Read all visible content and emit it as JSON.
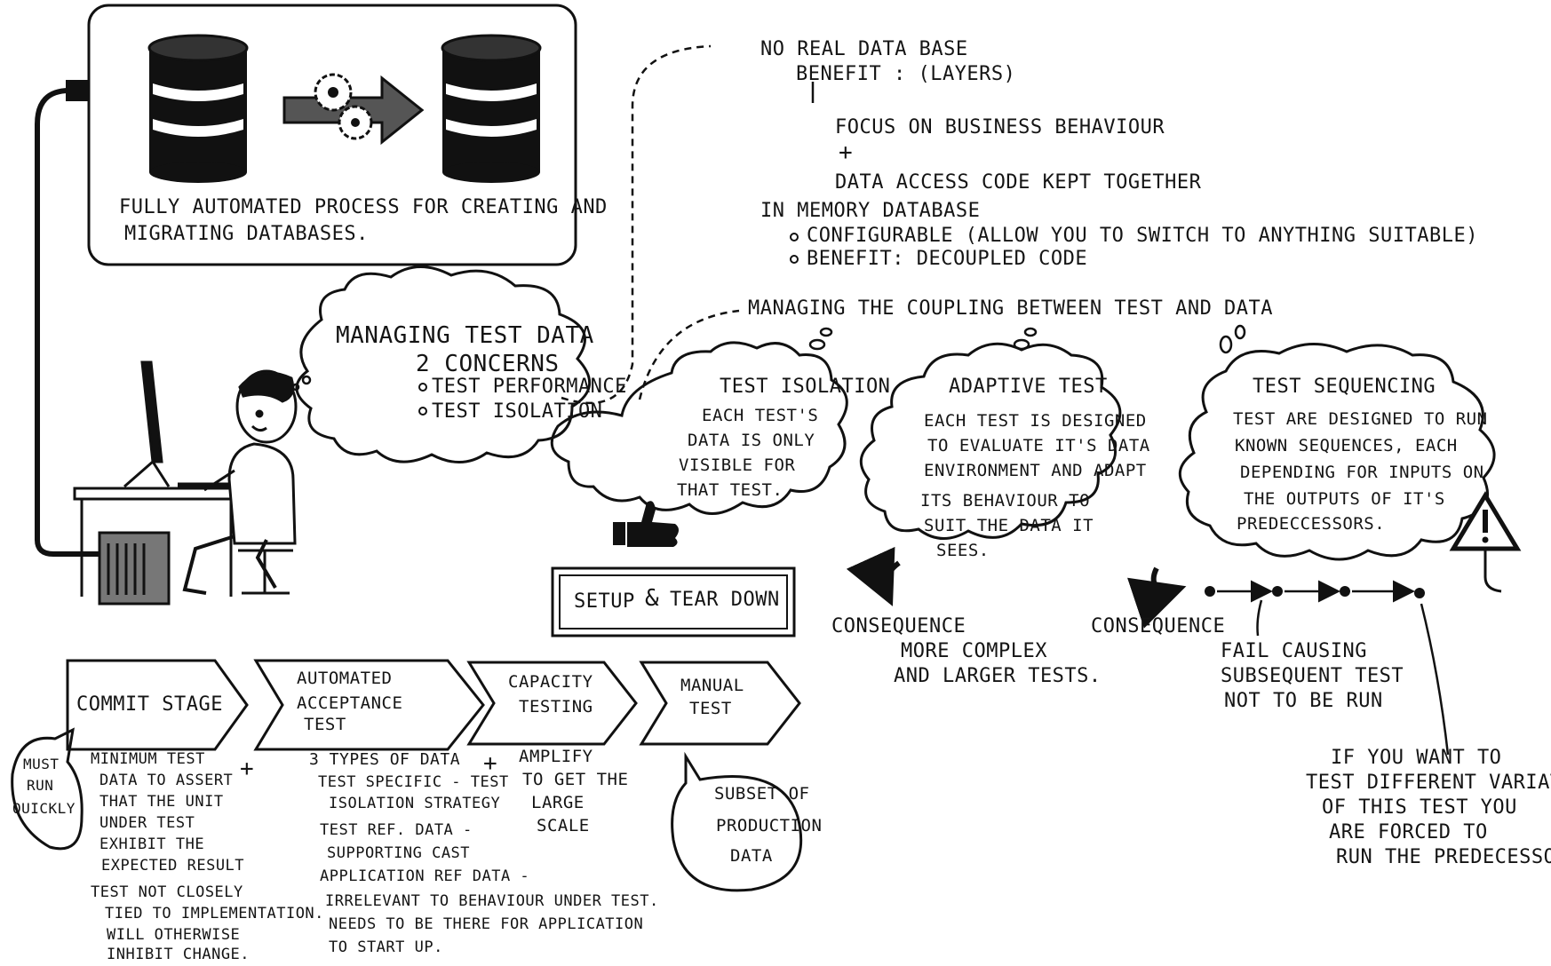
{
  "colors": {
    "ink": "#111111",
    "paper": "#ffffff"
  },
  "pipeline_box": {
    "line1": "FULLY AUTOMATED PROCESS FOR CREATING AND",
    "line2": "MIGRATING DATABASES."
  },
  "no_real_db": {
    "title": "NO REAL DATA BASE",
    "benefit": "BENEFIT : (LAYERS)",
    "focus": "FOCUS ON BUSINESS BEHAVIOUR",
    "plus": "+",
    "data_access": "DATA ACCESS CODE KEPT TOGETHER"
  },
  "in_memory": {
    "title": "IN MEMORY DATABASE",
    "bullet1": "CONFIGURABLE (ALLOW YOU TO SWITCH TO ANYTHING SUITABLE)",
    "bullet2": "BENEFIT: DECOUPLED CODE"
  },
  "managing_test_data": {
    "title": "MANAGING TEST DATA",
    "subtitle": "2 CONCERNS",
    "c1": "TEST PERFORMANCE",
    "c2": "TEST ISOLATION"
  },
  "coupling_heading": "MANAGING THE COUPLING BETWEEN TEST AND DATA",
  "test_isolation": {
    "title": "TEST ISOLATION",
    "l1": "EACH TEST'S",
    "l2": "DATA IS ONLY",
    "l3": "VISIBLE FOR",
    "l4": "THAT TEST."
  },
  "adaptive_test": {
    "title": "ADAPTIVE TEST",
    "l1": "EACH TEST IS DESIGNED",
    "l2": "TO EVALUATE IT'S DATA",
    "l3": "ENVIRONMENT AND ADAPT",
    "l4": "ITS BEHAVIOUR TO",
    "l5": "SUIT THE DATA IT",
    "l6": "SEES."
  },
  "test_sequencing": {
    "title": "TEST SEQUENCING",
    "l1": "TEST ARE DESIGNED TO RUN",
    "l2": "KNOWN SEQUENCES, EACH",
    "l3": "DEPENDING FOR INPUTS ON",
    "l4": "THE OUTPUTS OF IT'S",
    "l5": "PREDECCESSORS."
  },
  "setup_teardown": {
    "setup": "SETUP",
    "amp": "&",
    "teardown": "TEAR DOWN"
  },
  "consequence_adaptive": {
    "label": "CONSEQUENCE",
    "l1": "MORE COMPLEX",
    "l2": "AND LARGER TESTS."
  },
  "consequence_sequencing": {
    "label": "CONSEQUENCE"
  },
  "fail_note": {
    "l1": "FAIL CAUSING",
    "l2": "SUBSEQUENT TEST",
    "l3": "NOT TO BE RUN"
  },
  "variations_note": {
    "l1": "IF YOU WANT TO",
    "l2": "TEST DIFFERENT VARIATIONS",
    "l3": "OF THIS TEST YOU",
    "l4": "ARE FORCED TO",
    "l5": "RUN THE PREDECESSORS"
  },
  "stages": {
    "commit": "COMMIT STAGE",
    "acceptance_1": "AUTOMATED",
    "acceptance_2": "ACCEPTANCE",
    "acceptance_3": "TEST",
    "capacity_1": "CAPACITY",
    "capacity_2": "TESTING",
    "manual_1": "MANUAL",
    "manual_2": "TEST"
  },
  "must_run": {
    "l1": "MUST",
    "l2": "RUN",
    "l3": "QUICKLY"
  },
  "commit_notes": {
    "b1_l1": "MINIMUM TEST",
    "b1_l2": "DATA TO ASSERT",
    "b1_l3": "THAT THE UNIT",
    "b1_l4": "UNDER TEST",
    "b1_l5": "EXHIBIT THE",
    "b1_l6": "EXPECTED RESULT",
    "b2_l1": "TEST NOT CLOSELY",
    "b2_l2": "TIED TO IMPLEMENTATION.",
    "b2_l3": "WILL OTHERWISE",
    "b2_l4": "INHIBIT CHANGE."
  },
  "acceptance_notes": {
    "title": "3 TYPES OF DATA",
    "b1_l1": "TEST SPECIFIC - TEST",
    "b1_l2": "ISOLATION STRATEGY",
    "b2_l1": "TEST REF. DATA -",
    "b2_l2": "SUPPORTING CAST",
    "b3_l1": "APPLICATION REF DATA -",
    "b3_l2": "IRRELEVANT TO BEHAVIOUR UNDER TEST.",
    "b3_l3": "NEEDS TO BE THERE FOR APPLICATION",
    "b3_l4": "TO START UP."
  },
  "capacity_notes": {
    "l1": "AMPLIFY",
    "l2": "TO GET THE",
    "l3": "LARGE",
    "l4": "SCALE"
  },
  "manual_notes": {
    "l1": "SUBSET OF",
    "l2": "PRODUCTION",
    "l3": "DATA"
  },
  "plus_sign": "+"
}
